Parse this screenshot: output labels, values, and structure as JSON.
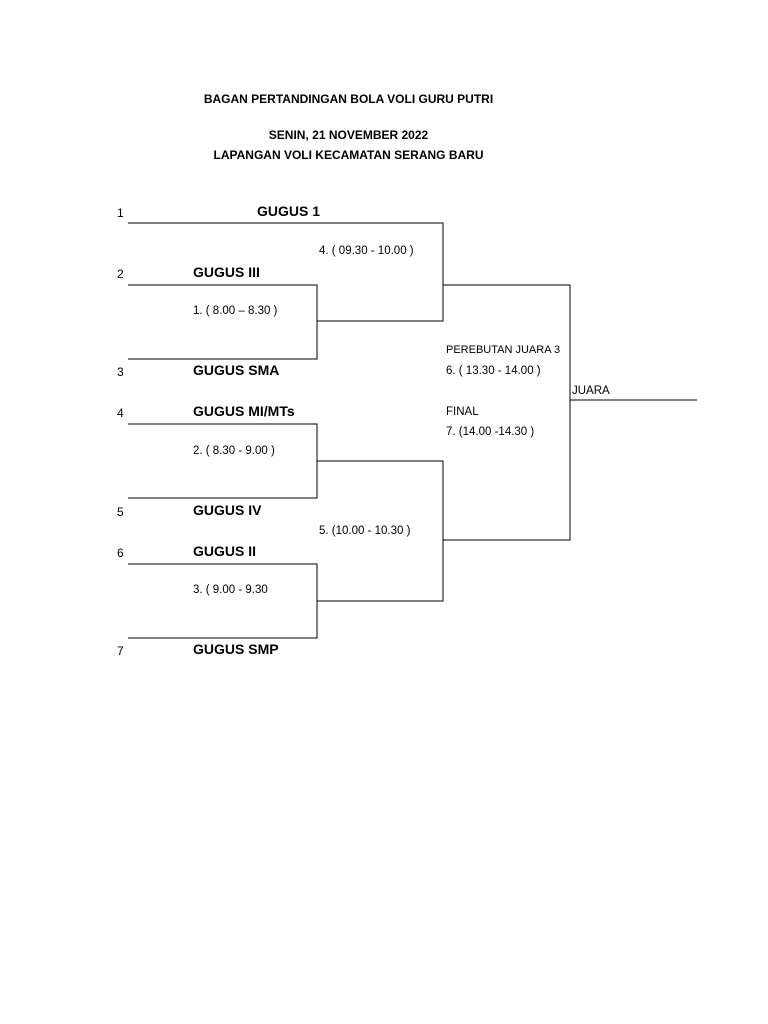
{
  "header": {
    "title": "BAGAN PERTANDINGAN BOLA VOLI GURU PUTRI",
    "date": "SENIN, 21 NOVEMBER 2022",
    "venue": "LAPANGAN VOLI KECAMATAN SERANG BARU"
  },
  "teams": [
    {
      "num": "1",
      "name": "GUGUS 1"
    },
    {
      "num": "2",
      "name": "GUGUS III"
    },
    {
      "num": "3",
      "name": "GUGUS SMA"
    },
    {
      "num": "4",
      "name": "GUGUS MI/MTs"
    },
    {
      "num": "5",
      "name": "GUGUS IV"
    },
    {
      "num": "6",
      "name": "GUGUS II"
    },
    {
      "num": "7",
      "name": "GUGUS SMP"
    }
  ],
  "matches": {
    "m1": "1. ( 8.00 – 8.30 )",
    "m2": "2. ( 8.30 - 9.00 )",
    "m3": "3. ( 9.00 - 9.30",
    "m4": "4. ( 09.30 - 10.00 )",
    "m5": "5. (10.00 - 10.30 )",
    "third_label": "PEREBUTAN JUARA 3",
    "m6": "6. ( 13.30 - 14.00 )",
    "final_label": "FINAL",
    "m7": "7. (14.00 -14.30 )",
    "champion": "JUARA"
  }
}
